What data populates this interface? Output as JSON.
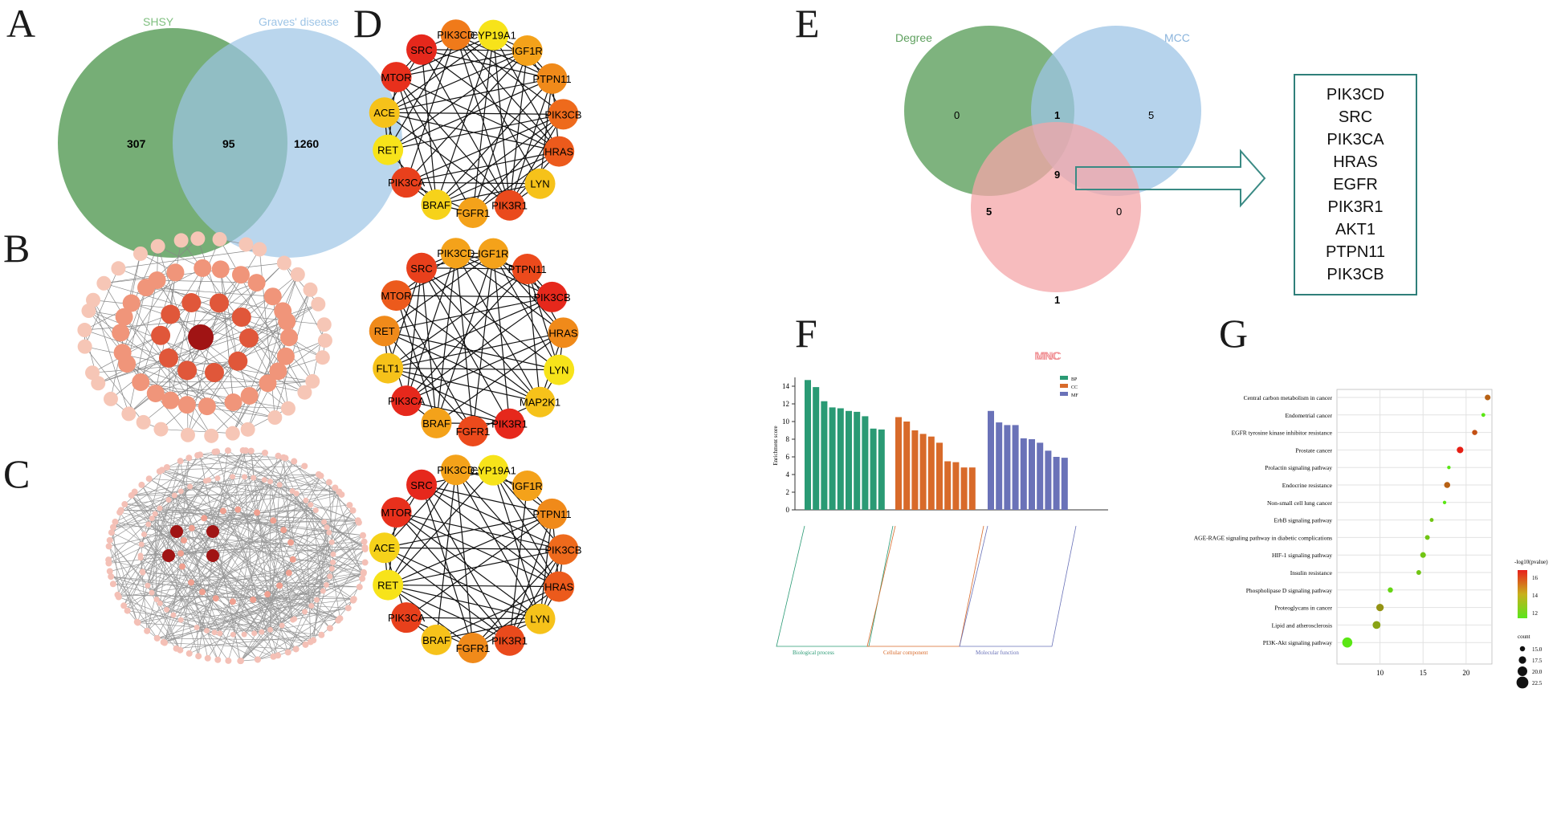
{
  "panels": {
    "a": "A",
    "b": "B",
    "c": "C",
    "d": "D",
    "e": "E",
    "f": "F",
    "g": "G"
  },
  "venn_a": {
    "left_label": "SHSY",
    "right_label": "Graves' disease",
    "left_only": "307",
    "overlap": "95",
    "right_only": "1260",
    "left_color": "#5ea05e",
    "right_color": "#9dc4e6"
  },
  "networks_d": [
    {
      "nodes": [
        {
          "label": "PIK3CD",
          "color": "#f07a1a"
        },
        {
          "label": "CYP19A1",
          "color": "#f7e31a"
        },
        {
          "label": "IGF1R",
          "color": "#f4a21a"
        },
        {
          "label": "PTPN11",
          "color": "#f08a1a"
        },
        {
          "label": "PIK3CB",
          "color": "#ee6a1c"
        },
        {
          "label": "HRAS",
          "color": "#ec5a1c"
        },
        {
          "label": "LYN",
          "color": "#f6c21a"
        },
        {
          "label": "PIK3R1",
          "color": "#ea4a1c"
        },
        {
          "label": "FGFR1",
          "color": "#f4a21a"
        },
        {
          "label": "BRAF",
          "color": "#f6d21a"
        },
        {
          "label": "PIK3CA",
          "color": "#e8401c"
        },
        {
          "label": "RET",
          "color": "#f7e31a"
        },
        {
          "label": "ACE",
          "color": "#f6c21a"
        },
        {
          "label": "MTOR",
          "color": "#e8301c"
        },
        {
          "label": "SRC",
          "color": "#e6281c"
        }
      ]
    },
    {
      "nodes": [
        {
          "label": "PIK3CD",
          "color": "#f4a21a"
        },
        {
          "label": "IGF1R",
          "color": "#f4a21a"
        },
        {
          "label": "PTPN11",
          "color": "#ec4a1c"
        },
        {
          "label": "PIK3CB",
          "color": "#e6281c"
        },
        {
          "label": "HRAS",
          "color": "#f08a1a"
        },
        {
          "label": "LYN",
          "color": "#f7e31a"
        },
        {
          "label": "MAP2K1",
          "color": "#f6c21a"
        },
        {
          "label": "PIK3R1",
          "color": "#e6281c"
        },
        {
          "label": "FGFR1",
          "color": "#ec4a1c"
        },
        {
          "label": "BRAF",
          "color": "#f4a21a"
        },
        {
          "label": "PIK3CA",
          "color": "#e6281c"
        },
        {
          "label": "FLT1",
          "color": "#f6c21a"
        },
        {
          "label": "RET",
          "color": "#f08a1a"
        },
        {
          "label": "MTOR",
          "color": "#ec5a1c"
        },
        {
          "label": "SRC",
          "color": "#e8401c"
        }
      ]
    },
    {
      "nodes": [
        {
          "label": "PIK3CD",
          "color": "#f4a21a"
        },
        {
          "label": "CYP19A1",
          "color": "#f7e31a"
        },
        {
          "label": "IGF1R",
          "color": "#f4a21a"
        },
        {
          "label": "PTPN11",
          "color": "#f08a1a"
        },
        {
          "label": "PIK3CB",
          "color": "#ee6a1c"
        },
        {
          "label": "HRAS",
          "color": "#ec5a1c"
        },
        {
          "label": "LYN",
          "color": "#f6c21a"
        },
        {
          "label": "PIK3R1",
          "color": "#ea4a1c"
        },
        {
          "label": "FGFR1",
          "color": "#f08a1a"
        },
        {
          "label": "BRAF",
          "color": "#f6c21a"
        },
        {
          "label": "PIK3CA",
          "color": "#e8401c"
        },
        {
          "label": "RET",
          "color": "#f7e31a"
        },
        {
          "label": "ACE",
          "color": "#f6d21a"
        },
        {
          "label": "MTOR",
          "color": "#e8301c"
        },
        {
          "label": "SRC",
          "color": "#e6281c"
        }
      ]
    }
  ],
  "venn_e": {
    "degree_label": "Degree",
    "mcc_label": "MCC",
    "mnc_label": "MNC",
    "degree_only": "0",
    "degree_mcc": "1",
    "mcc_only": "5",
    "all_three": "9",
    "degree_mnc": "5",
    "mcc_mnc": "0",
    "mnc_only": "1",
    "degree_color": "#5ea05e",
    "mcc_color": "#9dc4e6",
    "mnc_color": "#f4a6a8"
  },
  "hub_genes": [
    "PIK3CD",
    "SRC",
    "PIK3CA",
    "HRAS",
    "EGFR",
    "PIK3R1",
    "AKT1",
    "PTPN11",
    "PIK3CB"
  ],
  "chart_data": [
    {
      "type": "bar",
      "ylabel": "Enrichment score",
      "ylim": [
        0,
        15
      ],
      "yticks": [
        0,
        2,
        4,
        6,
        8,
        10,
        12,
        14
      ],
      "legend": [
        "BP",
        "CC",
        "MF"
      ],
      "legend_placement": "top-right",
      "groups": [
        "Biological process",
        "Cellular component",
        "Molecular function"
      ],
      "colors": {
        "BP": "#2a9a74",
        "CC": "#d86a2a",
        "MF": "#6a72b8"
      },
      "series": [
        {
          "name": "BP",
          "values": [
            14.7,
            13.9,
            12.3,
            11.6,
            11.5,
            11.2,
            11.1,
            10.6,
            9.2,
            9.1
          ]
        },
        {
          "name": "CC",
          "values": [
            10.5,
            10.0,
            9.0,
            8.6,
            8.3,
            7.6,
            5.5,
            5.4,
            4.8,
            4.8
          ]
        },
        {
          "name": "MF",
          "values": [
            11.2,
            9.9,
            9.6,
            9.6,
            8.1,
            8.0,
            7.6,
            6.7,
            6.0,
            5.9
          ]
        }
      ]
    },
    {
      "type": "scatter",
      "xlim": [
        5,
        23
      ],
      "xticks": [
        10,
        15,
        20
      ],
      "grid": true,
      "categories": [
        "Central carbon metabolism in cancer",
        "Endometrial cancer",
        "EGFR tyrosine kinase inhibitor resistance",
        "Prostate cancer",
        "Prolactin signaling pathway",
        "Endocrine resistance",
        "Non-small cell lung cancer",
        "ErbB signaling pathway",
        "AGE-RAGE signaling pathway in diabetic complications",
        "HIF-1 signaling pathway",
        "Insulin resistance",
        "Phospholipase D signaling pathway",
        "Proteoglycans in cancer",
        "Lipid and atherosclerosis",
        "PI3K-Akt signaling pathway"
      ],
      "x": [
        22.5,
        22.0,
        21.0,
        19.3,
        18.0,
        17.8,
        17.5,
        16.0,
        15.5,
        15.0,
        14.5,
        11.2,
        10.0,
        9.6,
        6.2
      ],
      "count": [
        15.5,
        13.5,
        15.0,
        16.5,
        13.0,
        16.0,
        13.0,
        13.5,
        14.5,
        15.5,
        14.5,
        15.0,
        17.5,
        18.0,
        20.5
      ],
      "neglog10p": [
        15.5,
        11.5,
        16.0,
        17.5,
        11.5,
        15.5,
        11.5,
        12.5,
        12.5,
        12.5,
        12.5,
        12.0,
        14.0,
        13.5,
        11.5
      ],
      "colorbar_label": "-log10(pvalue)",
      "colorbar_ticks": [
        "16",
        "14",
        "12"
      ],
      "size_legend_title": "count",
      "size_legend_ticks": [
        "15.0",
        "17.5",
        "20.0",
        "22.5"
      ]
    }
  ]
}
